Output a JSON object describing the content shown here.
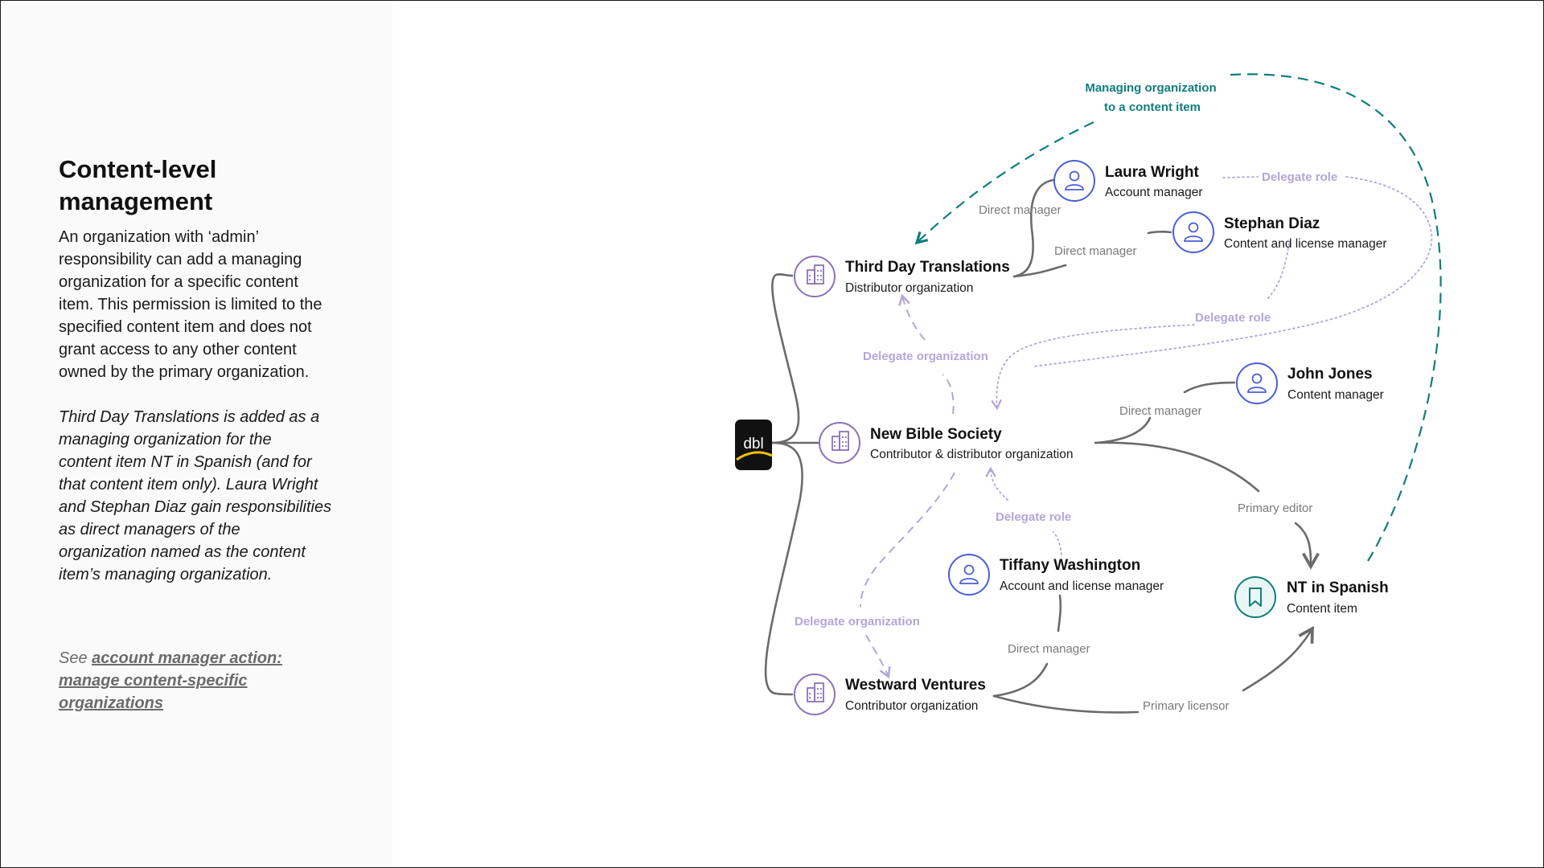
{
  "sidebar": {
    "title_line1": "Content-level",
    "title_line2": "management",
    "body_lines": [
      "An organization with ‘admin’",
      "responsibility can add a managing",
      "organization for a specific content",
      "item. This permission is limited to the",
      "specified content item and does not",
      "grant access to any other content",
      "owned by the primary organization."
    ],
    "italic_lines": [
      "Third Day Translations is added as a",
      "managing organization for the",
      "content item NT in Spanish (and for",
      "that content item only). Laura Wright",
      "and Stephan Diaz gain responsibilities",
      "as direct managers of the",
      "organization named as the content",
      "item’s managing organization."
    ],
    "see_prefix": "See ",
    "link_line1": "account manager action:",
    "link_line2": "manage content-specific",
    "link_line3": "organizations"
  },
  "logo": {
    "text": "dbl",
    "bg_color": "#111111",
    "swoosh_color": "#f2c200"
  },
  "colors": {
    "org_icon": "#8a73b8",
    "person_icon": "#4a5fd6",
    "content_icon": "#127d7d",
    "edge": "#6b6b6b",
    "delegate": "#b3a6d9",
    "managing": "#117d7d"
  },
  "nodes": {
    "third_day": {
      "name": "Third Day Translations",
      "role": "Distributor organization",
      "icon": "building-icon"
    },
    "new_bible": {
      "name": "New Bible Society",
      "role": "Contributor & distributor organization",
      "icon": "building-icon"
    },
    "westward": {
      "name": "Westward Ventures",
      "role": "Contributor organization",
      "icon": "building-icon"
    },
    "laura": {
      "name": "Laura Wright",
      "role": "Account manager",
      "icon": "person-icon"
    },
    "stephan": {
      "name": "Stephan Diaz",
      "role": "Content and license manager",
      "icon": "person-icon"
    },
    "john": {
      "name": "John Jones",
      "role": "Content manager",
      "icon": "person-icon"
    },
    "tiffany": {
      "name": "Tiffany Washington",
      "role": "Account and license manager",
      "icon": "person-icon"
    },
    "nt_spanish": {
      "name": "NT in Spanish",
      "role": "Content item",
      "icon": "bookmark-icon"
    }
  },
  "edges": {
    "direct_manager": "Direct manager",
    "primary_editor": "Primary editor",
    "primary_licensor": "Primary licensor",
    "delegate_role": "Delegate role",
    "delegate_organization": "Delegate organization",
    "managing_line1": "Managing organization",
    "managing_line2": "to a content item"
  }
}
